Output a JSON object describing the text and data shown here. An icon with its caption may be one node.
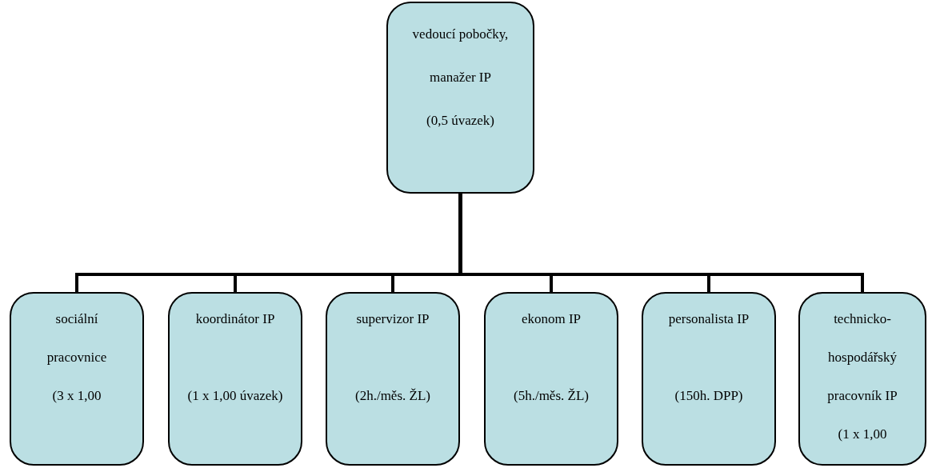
{
  "diagram": {
    "nodes": [
      {
        "text": [
          "vedoucí pobočky, manažer IP",
          "(0,5 úvazek)"
        ]
      },
      {
        "text": [
          "sociální pracovnice",
          "(3 x 1,00"
        ]
      },
      {
        "text": [
          "koordinátor IP",
          "(1 x 1,00 úvazek)"
        ]
      },
      {
        "text": [
          "supervizor IP",
          "(2h./měs. ŽL)"
        ]
      },
      {
        "text": [
          "ekonom IP",
          "(5h./měs. ŽL)"
        ]
      },
      {
        "text": [
          "personalista IP",
          "(150h. DPP)"
        ]
      },
      {
        "text": [
          "technicko-hospodářský pracovník IP",
          "(1 x 1,00"
        ]
      }
    ],
    "edges": [
      {
        "from": 0,
        "to": 1,
        "arrow": "none"
      },
      {
        "from": 0,
        "to": 2,
        "arrow": "none"
      },
      {
        "from": 0,
        "to": 3,
        "arrow": "none"
      },
      {
        "from": 0,
        "to": 4,
        "arrow": "none"
      },
      {
        "from": 0,
        "to": 5,
        "arrow": "none"
      },
      {
        "from": 0,
        "to": 6,
        "arrow": "none"
      }
    ]
  }
}
